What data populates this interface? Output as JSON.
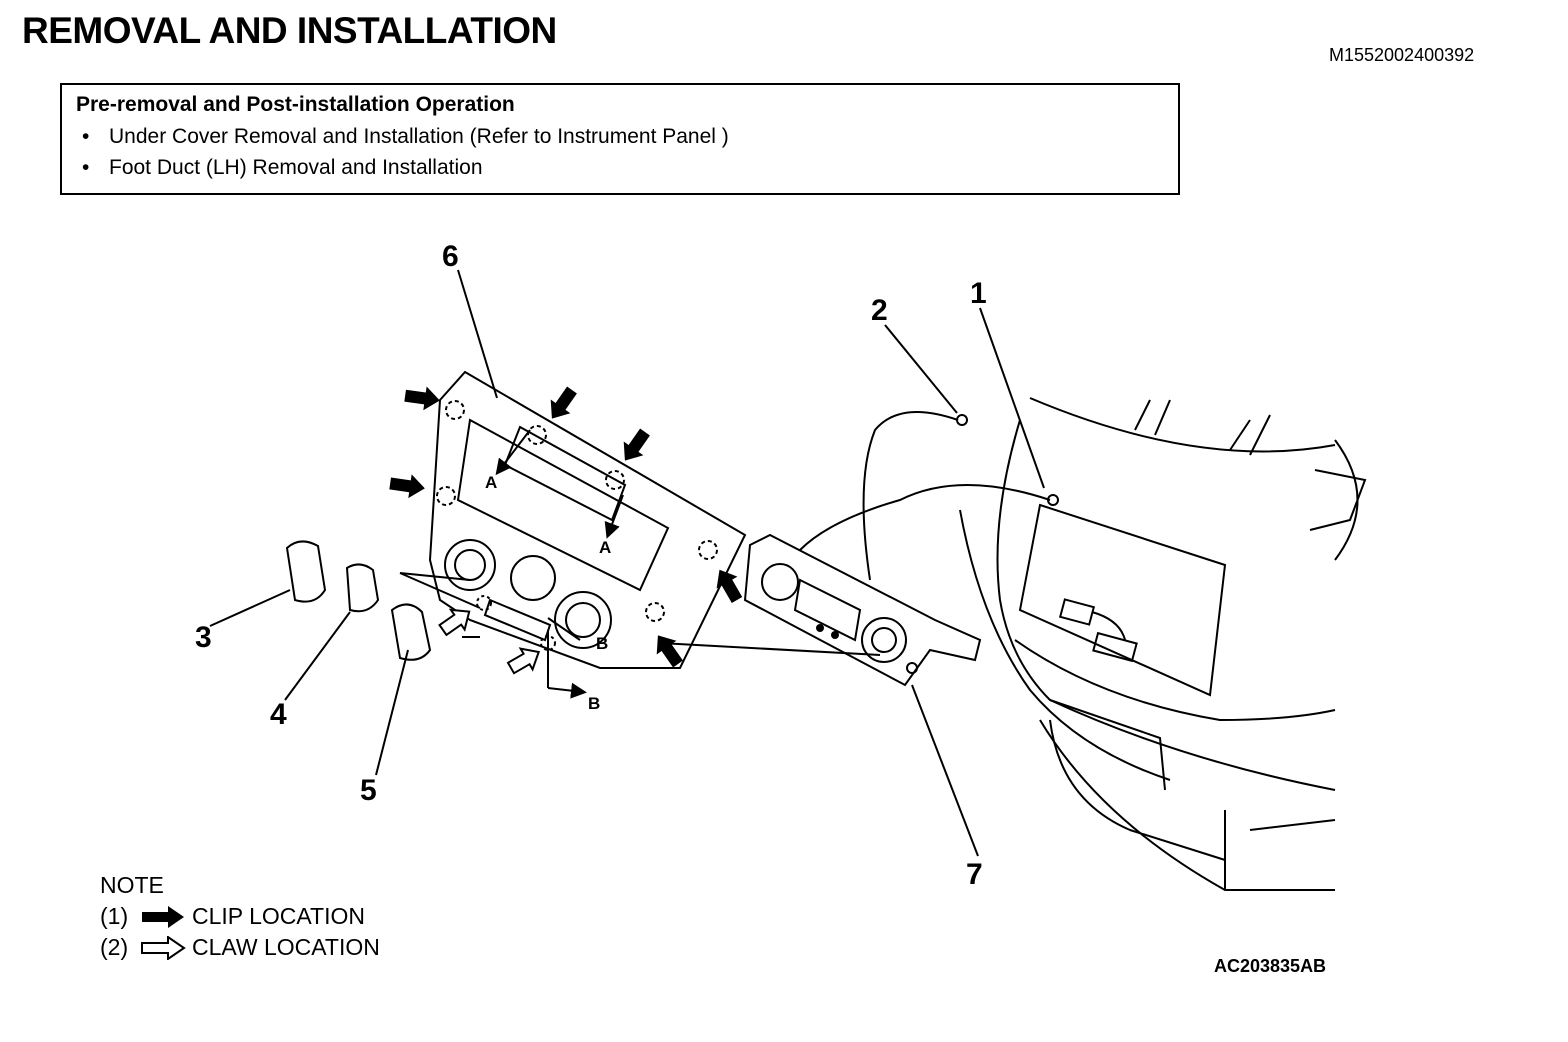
{
  "title": "REMOVAL AND INSTALLATION",
  "doc_id": "M1552002400392",
  "pre_operation": {
    "heading": "Pre-removal and Post-installation Operation",
    "items": [
      "Under Cover Removal and Installation (Refer to Instrument Panel )",
      "Foot Duct (LH) Removal and Installation"
    ]
  },
  "callouts": {
    "c1": "1",
    "c2": "2",
    "c3": "3",
    "c4": "4",
    "c5": "5",
    "c6": "6",
    "c7": "7"
  },
  "ref_letters": {
    "a1": "A",
    "a2": "A",
    "b1": "B",
    "b2": "B"
  },
  "note": {
    "heading": "NOTE",
    "items": [
      {
        "num": "(1)",
        "icon": "solid-arrow-icon",
        "label": "CLIP LOCATION"
      },
      {
        "num": "(2)",
        "icon": "outline-arrow-icon",
        "label": "CLAW LOCATION"
      }
    ]
  },
  "figure_id": "AC203835AB"
}
